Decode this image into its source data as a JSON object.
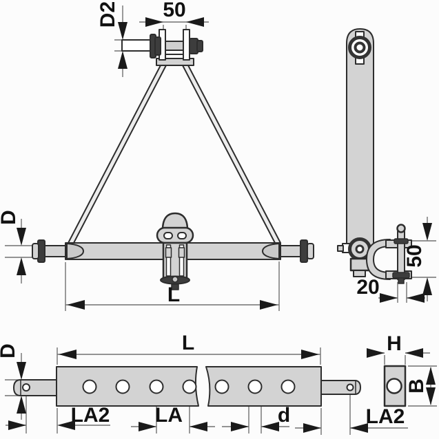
{
  "views": {
    "front": {
      "labels": {
        "width_50": "50",
        "pin_dia_d2": "D2",
        "pin_dia_d": "D",
        "length_l": "L"
      }
    },
    "side": {
      "labels": {
        "height_50": "50",
        "pin_width_20": "20"
      }
    },
    "drawbar": {
      "labels": {
        "pin_dia_d": "D",
        "length_l": "L",
        "offset_left_la2": "LA2",
        "hole_spacing_la": "LA",
        "hole_dia_d": "d",
        "offset_right_la2": "LA2"
      }
    },
    "cross_section": {
      "labels": {
        "width_h": "H",
        "height_b": "B"
      }
    }
  },
  "colors": {
    "part_fill": "#d3d3d3",
    "part_outline": "#2d2d2d",
    "hardware_dark": "#3d3d3d",
    "dimension_line": "#707070",
    "arrow": "#1a1a1a",
    "text": "#111111",
    "background": "#fcfcfc"
  }
}
